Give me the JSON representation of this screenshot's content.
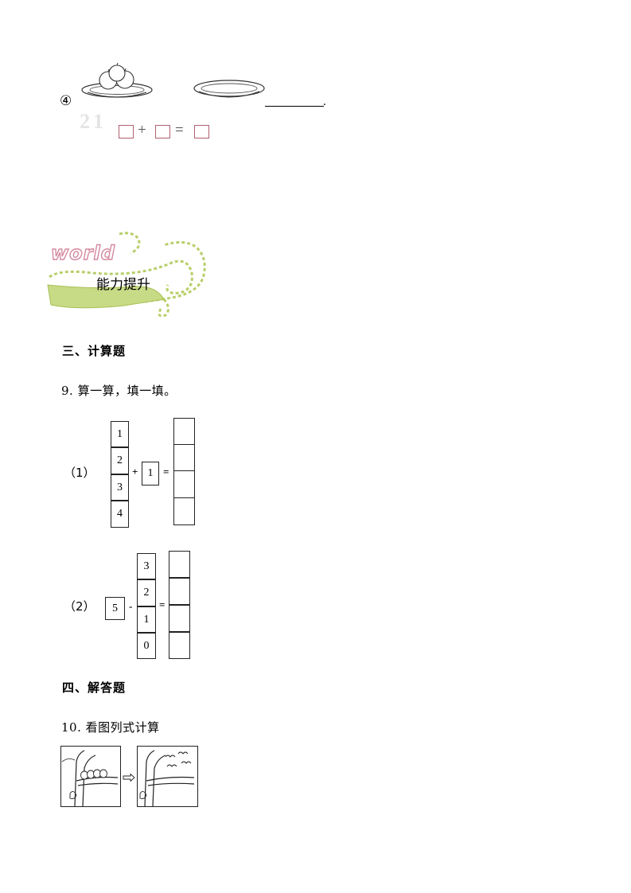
{
  "item4": {
    "marker": "④",
    "plus": "+",
    "equals": "=",
    "blank_suffix": "."
  },
  "banner": {
    "word": "world",
    "title": "能力提升"
  },
  "section3": {
    "heading": "三、计算题"
  },
  "q9": {
    "text": "9. 算一算，填一填。",
    "part1": {
      "label": "（1）",
      "column": [
        "1",
        "2",
        "3",
        "4"
      ],
      "operator": "+",
      "operand": "1",
      "equals": "="
    },
    "part2": {
      "label": "（2）",
      "minuend": "5",
      "operator": "-",
      "column": [
        "3",
        "2",
        "1",
        "0"
      ],
      "equals": "="
    }
  },
  "section4": {
    "heading": "四、解答题"
  },
  "q10": {
    "text": "10. 看图列式计算"
  }
}
